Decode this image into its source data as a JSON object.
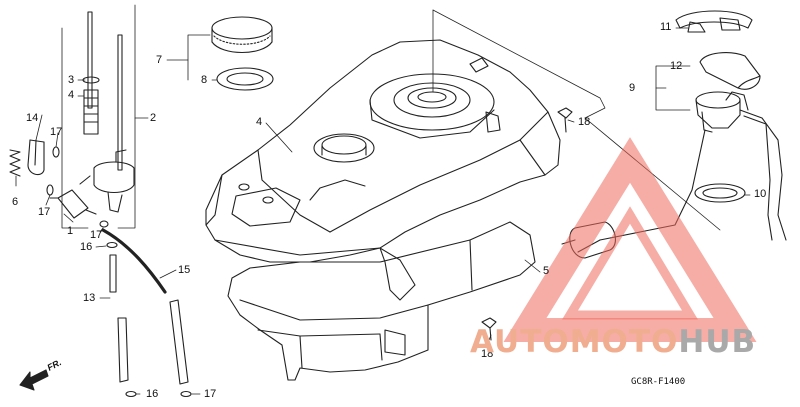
{
  "callouts": {
    "c1": "1",
    "c2": "2",
    "c3": "3",
    "c4a": "4",
    "c4b": "4",
    "c5": "5",
    "c6": "6",
    "c7": "7",
    "c8": "8",
    "c9": "9",
    "c10": "10",
    "c11": "11",
    "c12": "12",
    "c13": "13",
    "c14": "14",
    "c15": "15",
    "c16a": "16",
    "c16b": "16",
    "c17a": "17",
    "c17b": "17",
    "c17c": "17",
    "c17d": "17",
    "c18a": "18",
    "c18b": "18"
  },
  "front_marker": "FR.",
  "diagram_code": "GC8R-F1400",
  "watermark": {
    "part1": "AUTOMOTO",
    "part2": "HUB"
  },
  "colors": {
    "line": "#222222",
    "watermark_red": "#ee6a5c",
    "watermark_grey": "#a9a9a9"
  }
}
